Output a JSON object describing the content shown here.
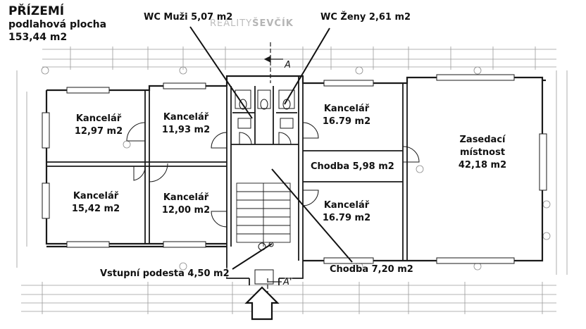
{
  "title": {
    "heading": "PŘÍZEMÍ",
    "subtitle": "podlahová plocha",
    "total_area": "153,44 m2"
  },
  "watermark": {
    "prefix": "REALITY",
    "brand": "ŠEVČÍK"
  },
  "section_marker": "A",
  "section_marker_bottom": "A'",
  "rooms": {
    "kancelar_1": {
      "name": "Kancelář",
      "area": "12,97 m2"
    },
    "kancelar_2": {
      "name": "Kancelář",
      "area": "11,93 m2"
    },
    "kancelar_3": {
      "name": "Kancelář",
      "area": "15,42 m2"
    },
    "kancelar_4": {
      "name": "Kancelář",
      "area": "12,00 m2"
    },
    "kancelar_5": {
      "name": "Kancelář",
      "area": "16.79 m2"
    },
    "kancelar_6": {
      "name": "Kancelář",
      "area": "16.79 m2"
    },
    "zasedaci": {
      "name1": "Zasedací",
      "name2": "místnost",
      "area": "42,18 m2"
    },
    "wc_muzi": "WC Muži 5,07 m2",
    "wc_zeny": "WC Ženy 2,61 m2",
    "chodba_1": "Chodba 5,98 m2",
    "chodba_2": "Chodba 7,20 m2",
    "vstupni": "Vstupní podesta 4,50 m2"
  },
  "colors": {
    "ink": "#1a1a1a",
    "faint": "#9a9a9a"
  }
}
